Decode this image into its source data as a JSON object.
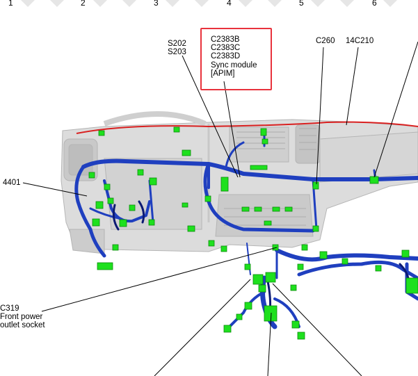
{
  "grid_numbers": [
    "1",
    "2",
    "3",
    "4",
    "5",
    "6"
  ],
  "labels": {
    "s202": "S202",
    "s203": "S203",
    "c2383b": "C2383B",
    "c2383c": "C2383C",
    "c2383d": "C2383D",
    "sync1": "Sync module",
    "sync2": "[APIM]",
    "c260": "C260",
    "c14c210": "14C210",
    "c4401": "4401",
    "c319": "C319",
    "fp1": "Front power",
    "fp2": "outlet socket"
  },
  "colors": {
    "harness": "#1f3fbf",
    "harness_dark": "#0c1a73",
    "connector": "#1ee01e",
    "red_wire": "#d92020",
    "callout_border": "#e8323c",
    "panel": "#d9d9d9"
  }
}
